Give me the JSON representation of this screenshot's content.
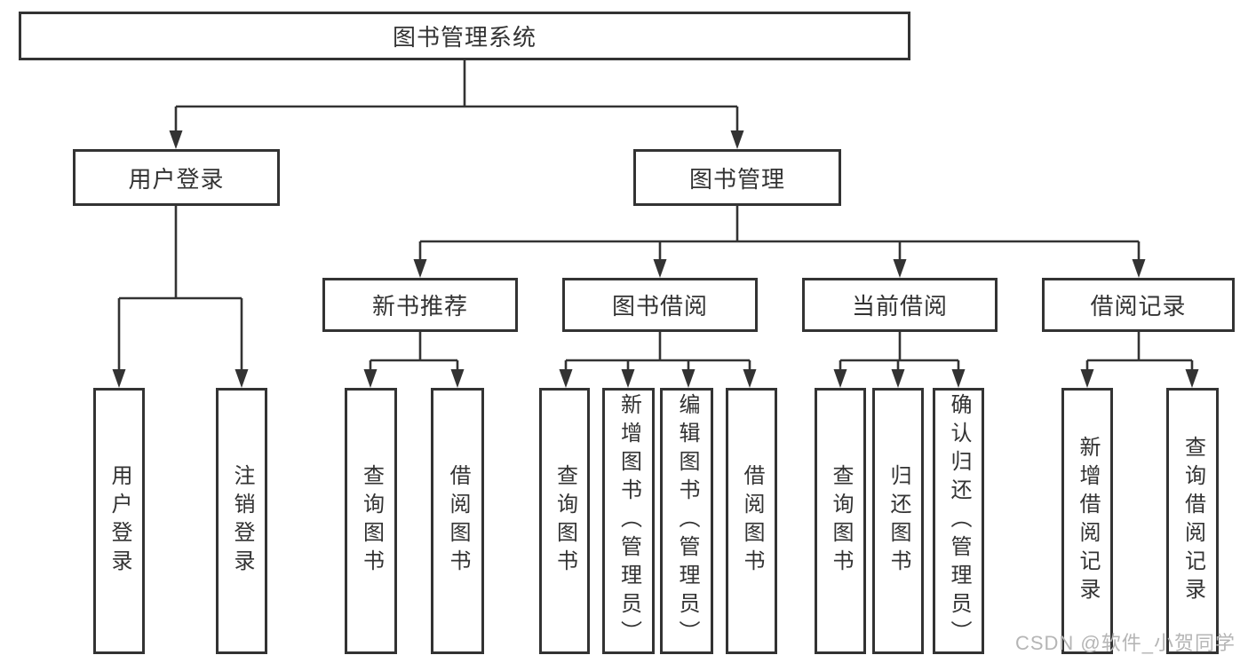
{
  "colors": {
    "line": "#333333",
    "box_border": "#333333",
    "box_fill": "#ffffff",
    "text": "#333333",
    "watermark": "#b5b5b5"
  },
  "watermark": {
    "text": "CSDN @软件_小贺同学"
  },
  "tree": {
    "root": {
      "label": "图书管理系统"
    },
    "level2": [
      {
        "label": "用户登录",
        "children": [
          {
            "label": "用户登录"
          },
          {
            "label": "注销登录"
          }
        ]
      },
      {
        "label": "图书管理",
        "children": [
          {
            "label": "新书推荐",
            "children": [
              {
                "label": "查询图书"
              },
              {
                "label": "借阅图书"
              }
            ]
          },
          {
            "label": "图书借阅",
            "children": [
              {
                "label": "查询图书"
              },
              {
                "label": "新增图书（管理员）"
              },
              {
                "label": "编辑图书（管理员）"
              },
              {
                "label": "借阅图书"
              }
            ]
          },
          {
            "label": "当前借阅",
            "children": [
              {
                "label": "查询图书"
              },
              {
                "label": "归还图书"
              },
              {
                "label": "确认归还（管理员）"
              }
            ]
          },
          {
            "label": "借阅记录",
            "children": [
              {
                "label": "新增借阅记录"
              },
              {
                "label": "查询借阅记录"
              }
            ]
          }
        ]
      }
    ]
  }
}
